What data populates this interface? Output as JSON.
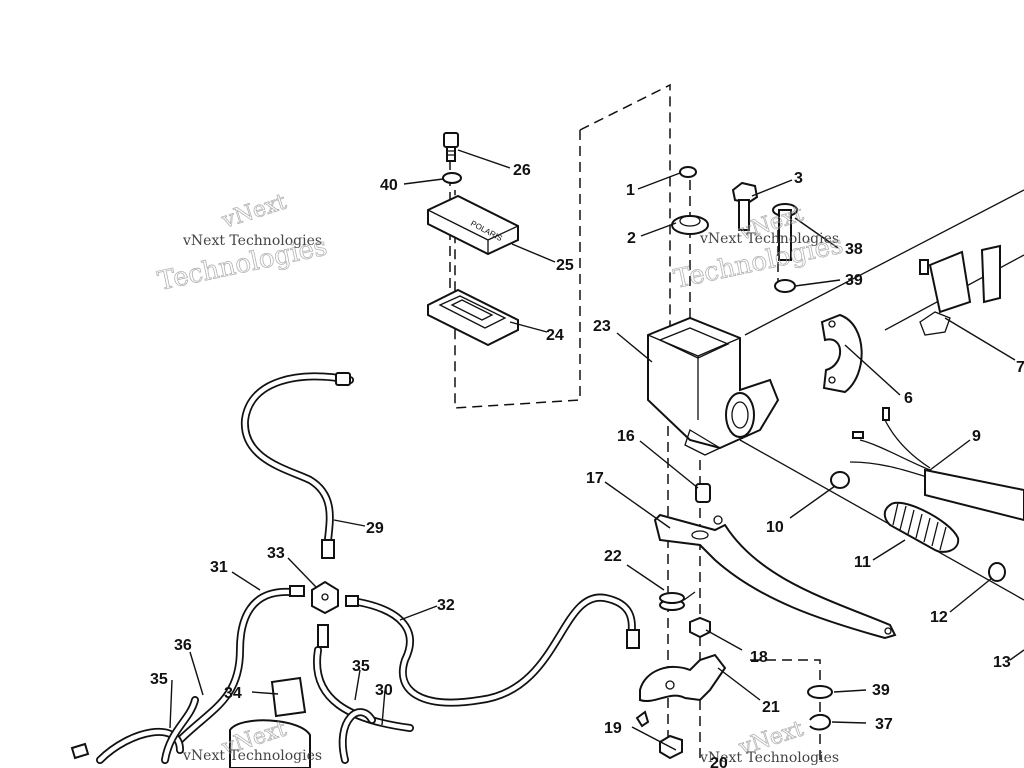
{
  "callouts": [
    {
      "id": "p1",
      "text": "1"
    },
    {
      "id": "p2",
      "text": "2"
    },
    {
      "id": "p3",
      "text": "3"
    },
    {
      "id": "p6",
      "text": "6"
    },
    {
      "id": "p7",
      "text": "7"
    },
    {
      "id": "p9",
      "text": "9"
    },
    {
      "id": "p10",
      "text": "10"
    },
    {
      "id": "p11",
      "text": "11"
    },
    {
      "id": "p12",
      "text": "12"
    },
    {
      "id": "p13",
      "text": "13"
    },
    {
      "id": "p16",
      "text": "16"
    },
    {
      "id": "p17",
      "text": "17"
    },
    {
      "id": "p18",
      "text": "18"
    },
    {
      "id": "p19",
      "text": "19"
    },
    {
      "id": "p20",
      "text": "20"
    },
    {
      "id": "p21",
      "text": "21"
    },
    {
      "id": "p22",
      "text": "22"
    },
    {
      "id": "p23",
      "text": "23"
    },
    {
      "id": "p24",
      "text": "24"
    },
    {
      "id": "p25",
      "text": "25"
    },
    {
      "id": "p26",
      "text": "26"
    },
    {
      "id": "p29",
      "text": "29"
    },
    {
      "id": "p30",
      "text": "30"
    },
    {
      "id": "p31",
      "text": "31"
    },
    {
      "id": "p32",
      "text": "32"
    },
    {
      "id": "p33",
      "text": "33"
    },
    {
      "id": "p34",
      "text": "34"
    },
    {
      "id": "p35a",
      "text": "35"
    },
    {
      "id": "p35b",
      "text": "35"
    },
    {
      "id": "p36",
      "text": "36"
    },
    {
      "id": "p37",
      "text": "37"
    },
    {
      "id": "p38",
      "text": "38"
    },
    {
      "id": "p39a",
      "text": "39"
    },
    {
      "id": "p39b",
      "text": "39"
    },
    {
      "id": "p40",
      "text": "40"
    }
  ],
  "watermark": {
    "brand": "vNext",
    "word": "Technologies",
    "full": "vNext Technologies"
  },
  "cap_text": "POLARIS",
  "colors": {
    "ink": "#111111",
    "watermark": "#9a9a9a",
    "paper": "#ffffff"
  }
}
